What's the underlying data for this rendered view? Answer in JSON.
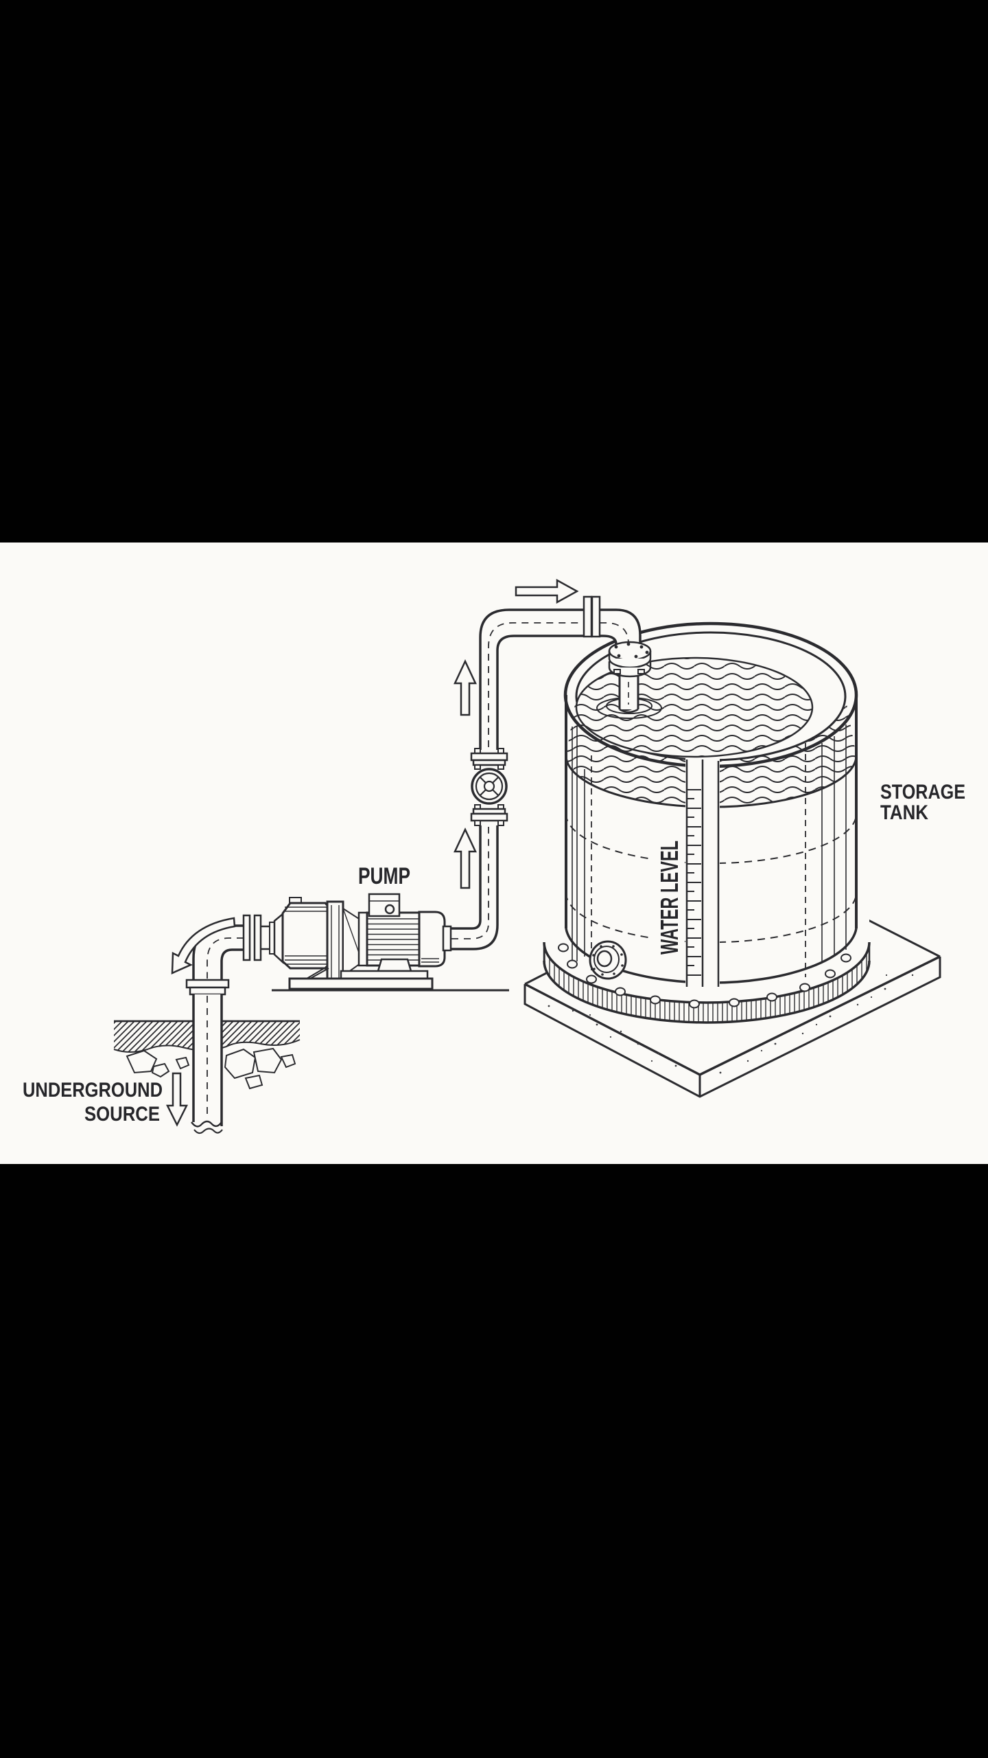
{
  "colors": {
    "letterbox": "#010101",
    "paper": "#fbfaf7",
    "ink": "#2b2b2f",
    "text": "#26262a"
  },
  "diagram": {
    "title_none_visible": "",
    "labels": {
      "pump": "PUMP",
      "storage_tank": [
        "STORAGE",
        "TANK"
      ],
      "water_level": "WATER LEVEL",
      "underground_source": [
        "UNDERGROUND",
        "SOURCE"
      ]
    },
    "icons": [
      "flow-arrow-right-icon",
      "flow-arrow-up-icon",
      "flow-arrow-up-icon",
      "flow-arrow-curved-down-icon",
      "flow-arrow-down-icon"
    ],
    "components": [
      "underground-source-pipe",
      "suction-elbow",
      "pump-with-motor",
      "discharge-riser-pipe",
      "handwheel-valve",
      "overhead-inlet-pipe",
      "storage-tank",
      "water-level-gauge",
      "concrete-foundation-pad"
    ]
  }
}
